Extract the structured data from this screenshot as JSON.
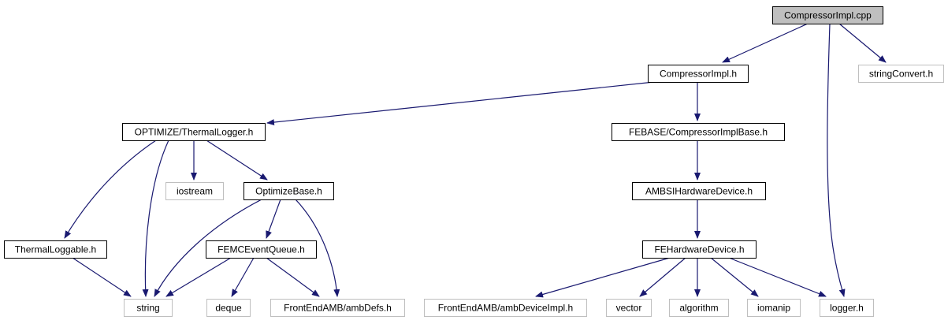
{
  "diagram": {
    "nodes": [
      {
        "id": "compressorimpl_cpp",
        "label": "CompressorImpl.cpp",
        "kind": "root"
      },
      {
        "id": "compressorimpl_h",
        "label": "CompressorImpl.h",
        "kind": "documented"
      },
      {
        "id": "stringconvert_h",
        "label": "stringConvert.h",
        "kind": "undocumented"
      },
      {
        "id": "thermallogger_h",
        "label": "OPTIMIZE/ThermalLogger.h",
        "kind": "documented"
      },
      {
        "id": "compressorimplbase_h",
        "label": "FEBASE/CompressorImplBase.h",
        "kind": "documented"
      },
      {
        "id": "iostream",
        "label": "iostream",
        "kind": "undocumented"
      },
      {
        "id": "optimizebase_h",
        "label": "OptimizeBase.h",
        "kind": "documented"
      },
      {
        "id": "ambsihardwaredevice_h",
        "label": "AMBSIHardwareDevice.h",
        "kind": "documented"
      },
      {
        "id": "thermalloggable_h",
        "label": "ThermalLoggable.h",
        "kind": "documented"
      },
      {
        "id": "femceventqueue_h",
        "label": "FEMCEventQueue.h",
        "kind": "documented"
      },
      {
        "id": "fehardwaredevice_h",
        "label": "FEHardwareDevice.h",
        "kind": "documented"
      },
      {
        "id": "string",
        "label": "string",
        "kind": "undocumented"
      },
      {
        "id": "deque",
        "label": "deque",
        "kind": "undocumented"
      },
      {
        "id": "ambdefs_h",
        "label": "FrontEndAMB/ambDefs.h",
        "kind": "undocumented"
      },
      {
        "id": "ambdeviceimpl_h",
        "label": "FrontEndAMB/ambDeviceImpl.h",
        "kind": "undocumented"
      },
      {
        "id": "vector",
        "label": "vector",
        "kind": "undocumented"
      },
      {
        "id": "algorithm",
        "label": "algorithm",
        "kind": "undocumented"
      },
      {
        "id": "iomanip",
        "label": "iomanip",
        "kind": "undocumented"
      },
      {
        "id": "logger_h",
        "label": "logger.h",
        "kind": "undocumented"
      }
    ],
    "edges": [
      {
        "from": "compressorimpl_cpp",
        "to": "compressorimpl_h"
      },
      {
        "from": "compressorimpl_cpp",
        "to": "stringconvert_h"
      },
      {
        "from": "compressorimpl_cpp",
        "to": "logger_h"
      },
      {
        "from": "compressorimpl_h",
        "to": "thermallogger_h"
      },
      {
        "from": "compressorimpl_h",
        "to": "compressorimplbase_h"
      },
      {
        "from": "thermallogger_h",
        "to": "thermalloggable_h"
      },
      {
        "from": "thermallogger_h",
        "to": "string"
      },
      {
        "from": "thermallogger_h",
        "to": "iostream"
      },
      {
        "from": "thermallogger_h",
        "to": "optimizebase_h"
      },
      {
        "from": "thermalloggable_h",
        "to": "string"
      },
      {
        "from": "optimizebase_h",
        "to": "string"
      },
      {
        "from": "optimizebase_h",
        "to": "femceventqueue_h"
      },
      {
        "from": "optimizebase_h",
        "to": "ambdefs_h"
      },
      {
        "from": "femceventqueue_h",
        "to": "string"
      },
      {
        "from": "femceventqueue_h",
        "to": "deque"
      },
      {
        "from": "femceventqueue_h",
        "to": "ambdefs_h"
      },
      {
        "from": "compressorimplbase_h",
        "to": "ambsihardwaredevice_h"
      },
      {
        "from": "ambsihardwaredevice_h",
        "to": "fehardwaredevice_h"
      },
      {
        "from": "fehardwaredevice_h",
        "to": "ambdeviceimpl_h"
      },
      {
        "from": "fehardwaredevice_h",
        "to": "vector"
      },
      {
        "from": "fehardwaredevice_h",
        "to": "algorithm"
      },
      {
        "from": "fehardwaredevice_h",
        "to": "iomanip"
      },
      {
        "from": "fehardwaredevice_h",
        "to": "logger_h"
      }
    ],
    "colors": {
      "edge": "#191970",
      "root_fill": "#bfbfbf",
      "root_border": "#000000",
      "documented_border": "#000000",
      "undocumented_border": "#bfbfbf",
      "node_fill": "#ffffff"
    }
  }
}
